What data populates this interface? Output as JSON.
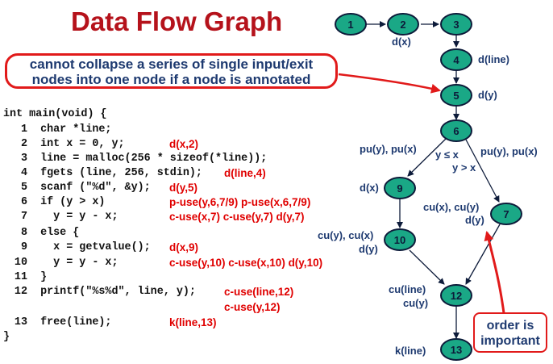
{
  "title": "Data Flow Graph",
  "callout": {
    "line1": "cannot collapse a series of single input/exit",
    "line2": "nodes into one node if a node is annotated"
  },
  "code_header": "int main(void) {",
  "code_lines": [
    {
      "num": "1",
      "code": "  char *line;"
    },
    {
      "num": "2",
      "code": "  int x = 0, y;"
    },
    {
      "num": "3",
      "code": "  line = malloc(256 * sizeof(*line));"
    },
    {
      "num": "4",
      "code": "  fgets (line, 256, stdin);"
    },
    {
      "num": "5",
      "code": "  scanf (\"%d\", &y);"
    },
    {
      "num": "6",
      "code": "  if (y > x)"
    },
    {
      "num": "7",
      "code": "    y = y - x;"
    },
    {
      "num": "8",
      "code": "  else {"
    },
    {
      "num": "9",
      "code": "    x = getvalue();"
    },
    {
      "num": "10",
      "code": "    y = y - x;"
    },
    {
      "num": "11",
      "code": "  }"
    },
    {
      "num": "12",
      "code": "  printf(\"%s%d\", line, y);"
    },
    {
      "num": "13",
      "code": "  free(line);"
    }
  ],
  "code_footer": "}",
  "annotations": {
    "l2": "d(x,2)",
    "l4": "d(line,4)",
    "l5": "d(y,5)",
    "l6": "p-use(y,6,7/9) p-use(x,6,7/9)",
    "l7": "c-use(x,7) c-use(y,7) d(y,7)",
    "l9": "d(x,9)",
    "l10": "c-use(y,10) c-use(x,10) d(y,10)",
    "l12a": "c-use(line,12)",
    "l12b": "c-use(y,12)",
    "l13": "k(line,13)"
  },
  "graph": {
    "nodes": [
      "1",
      "2",
      "3",
      "4",
      "5",
      "6",
      "7",
      "9",
      "10",
      "12",
      "13"
    ],
    "labels": {
      "n2": "d(x)",
      "n4": "d(line)",
      "n5": "d(y)",
      "n6_left": "pu(y), pu(x)",
      "n6_right": "pu(y), pu(x)",
      "edge_true": "y ≤ x",
      "edge_false": "y > x",
      "n9": "d(x)",
      "n7_a": "cu(x), cu(y)",
      "n7_b": "d(y)",
      "n10_a": "cu(y), cu(x)",
      "n10_b": "d(y)",
      "n12_a": "cu(line)",
      "n12_b": "cu(y)",
      "n13": "k(line)"
    }
  },
  "order_note": {
    "line1": "order is",
    "line2": "important"
  },
  "colors": {
    "title": "#b5121b",
    "node_fill": "#1aa886",
    "node_stroke": "#0d1b3a",
    "label": "#1e3a70",
    "annotation": "#e00000",
    "arrow_red": "#e11a1a"
  }
}
